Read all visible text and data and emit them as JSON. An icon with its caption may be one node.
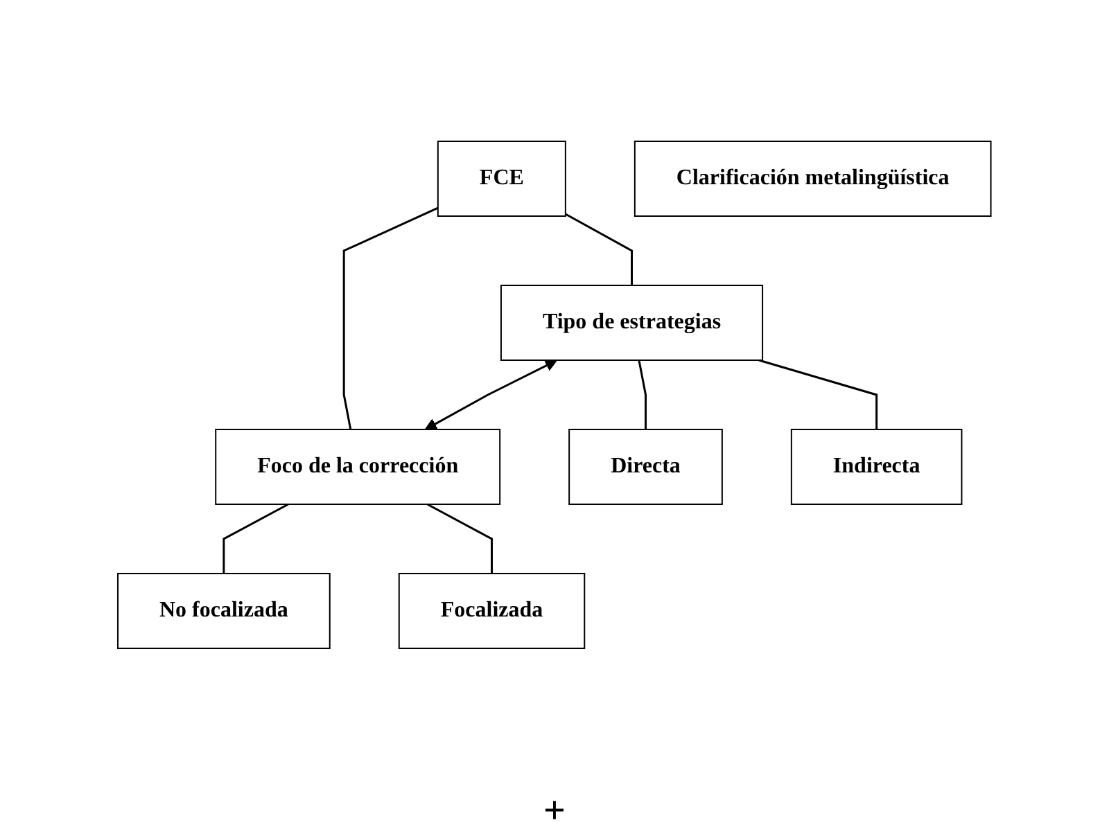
{
  "diagram": {
    "nodes": [
      {
        "text": [
          "FCE"
        ]
      },
      {
        "text": [
          "Tipo de estrategias"
        ]
      },
      {
        "text": [
          "Foco de la corrección"
        ]
      },
      {
        "text": [
          "Directa"
        ]
      },
      {
        "text": [
          "Indirecta"
        ]
      },
      {
        "text": [
          "No focalizada"
        ]
      },
      {
        "text": [
          "Focalizada"
        ]
      },
      {
        "text": [
          "Clarificación metalingüística"
        ]
      }
    ],
    "edges": [
      {
        "from": 0,
        "to": 1,
        "arrow": "none"
      },
      {
        "from": 0,
        "to": 2,
        "arrow": "none"
      },
      {
        "from": 1,
        "to": 2,
        "arrow": "both"
      },
      {
        "from": 1,
        "to": 3,
        "arrow": "none"
      },
      {
        "from": 1,
        "to": 4,
        "arrow": "none"
      },
      {
        "from": 2,
        "to": 5,
        "arrow": "none"
      },
      {
        "from": 2,
        "to": 6,
        "arrow": "none"
      }
    ],
    "labels": [
      "+"
    ]
  }
}
